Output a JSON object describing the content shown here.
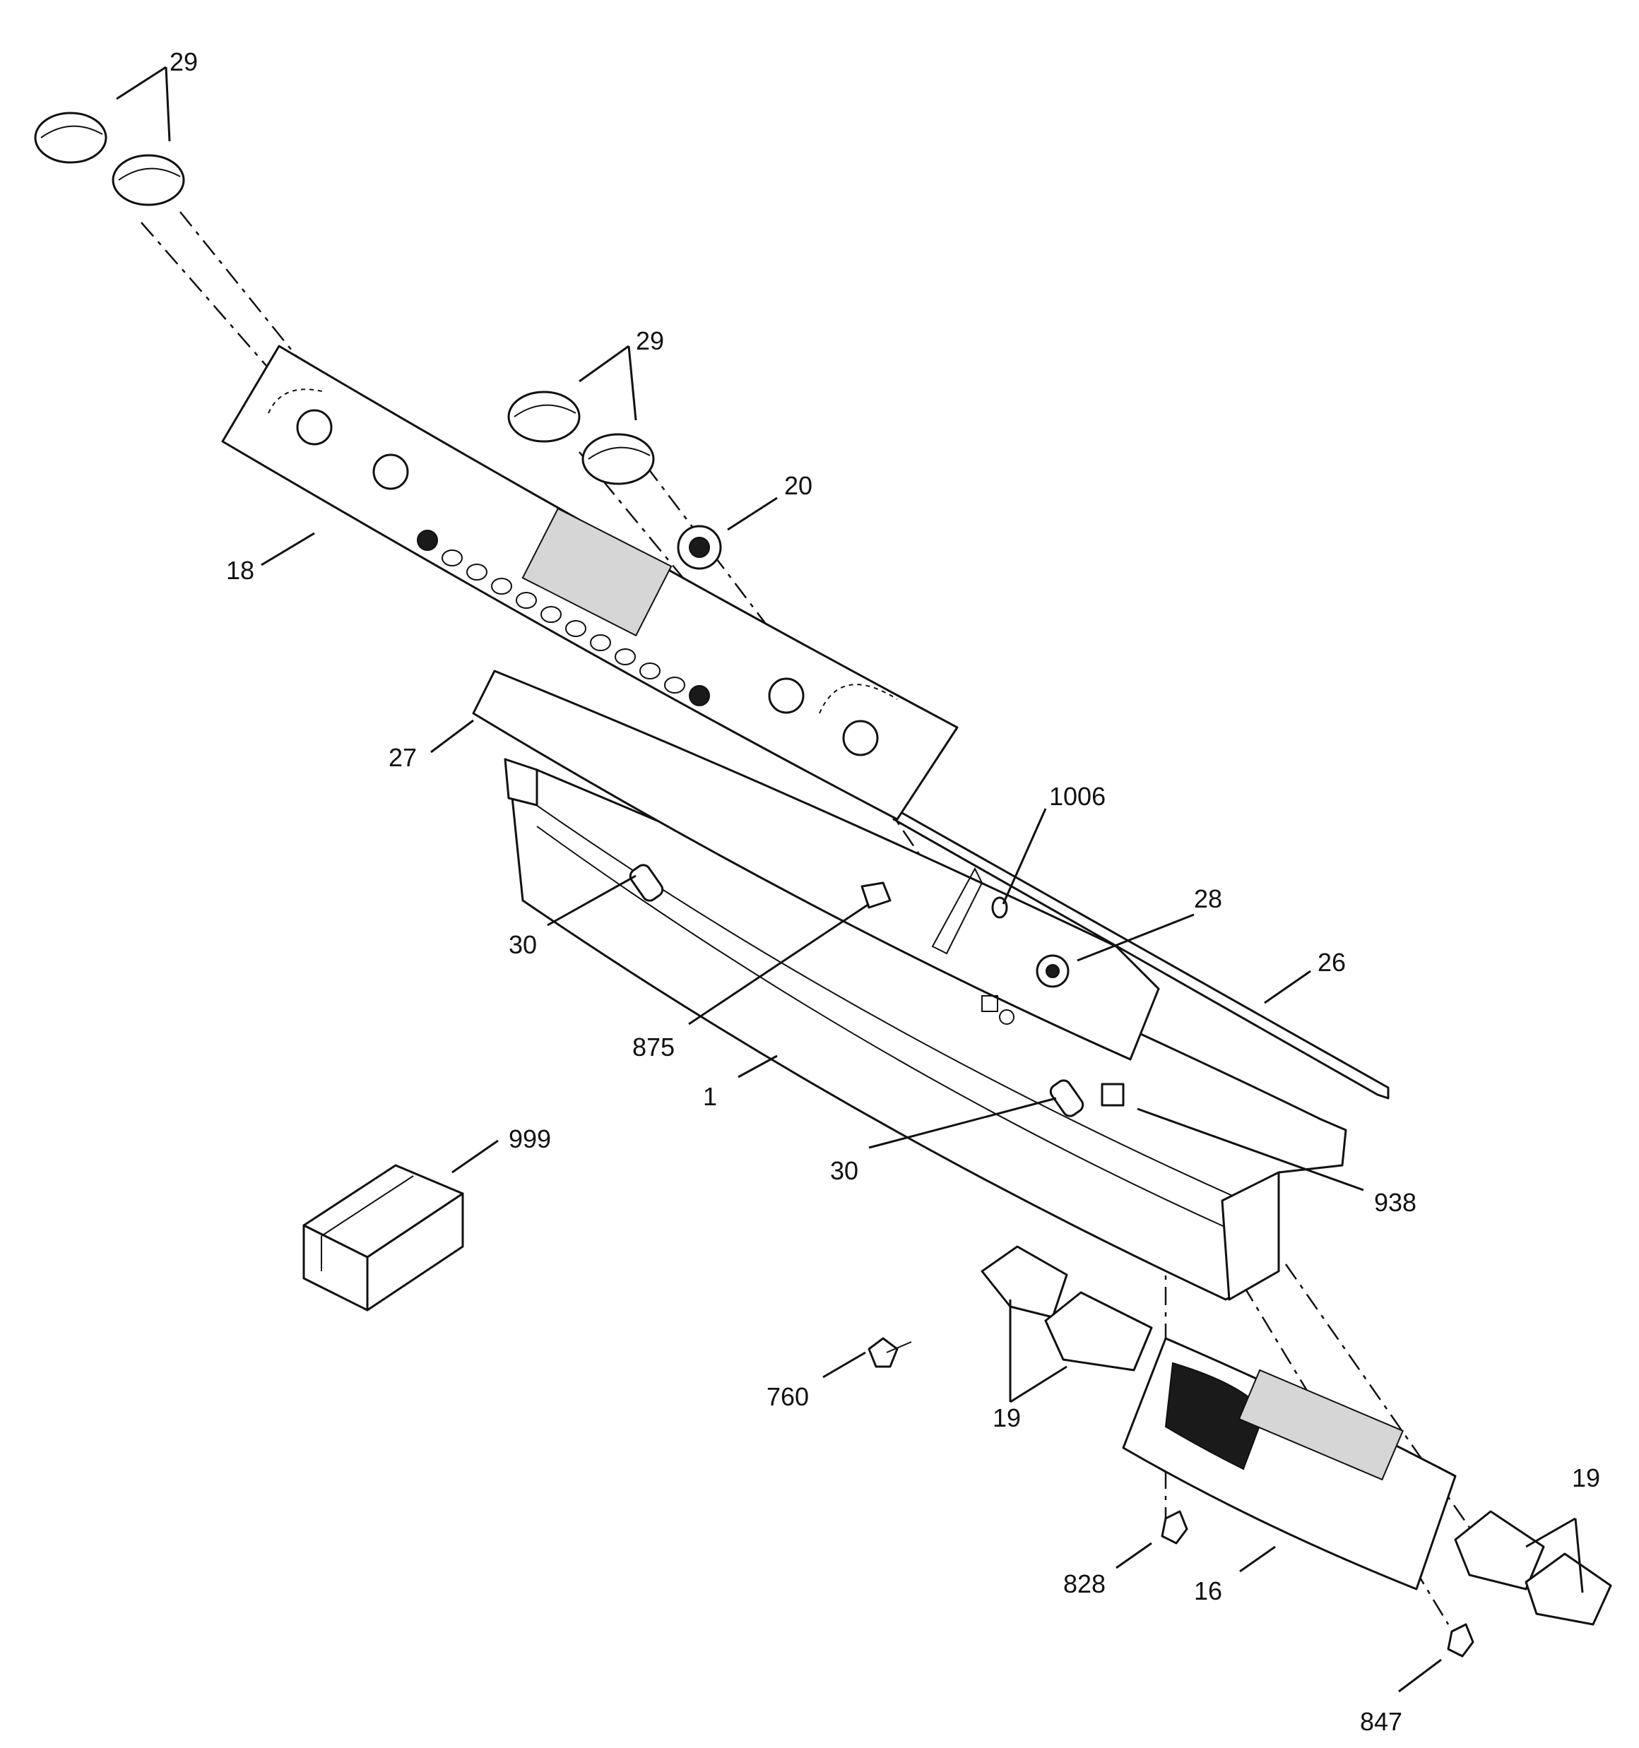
{
  "callouts": [
    {
      "id": "c29a",
      "label": "29"
    },
    {
      "id": "c29b",
      "label": "29"
    },
    {
      "id": "c20",
      "label": "20"
    },
    {
      "id": "c18",
      "label": "18"
    },
    {
      "id": "c27",
      "label": "27"
    },
    {
      "id": "c1006",
      "label": "1006"
    },
    {
      "id": "c28",
      "label": "28"
    },
    {
      "id": "c26",
      "label": "26"
    },
    {
      "id": "c30a",
      "label": "30"
    },
    {
      "id": "c875",
      "label": "875"
    },
    {
      "id": "c1",
      "label": "1"
    },
    {
      "id": "c30b",
      "label": "30"
    },
    {
      "id": "c938",
      "label": "938"
    },
    {
      "id": "c999",
      "label": "999"
    },
    {
      "id": "c760",
      "label": "760"
    },
    {
      "id": "c19a",
      "label": "19"
    },
    {
      "id": "c19b",
      "label": "19"
    },
    {
      "id": "c828",
      "label": "828"
    },
    {
      "id": "c16",
      "label": "16"
    },
    {
      "id": "c847",
      "label": "847"
    }
  ]
}
